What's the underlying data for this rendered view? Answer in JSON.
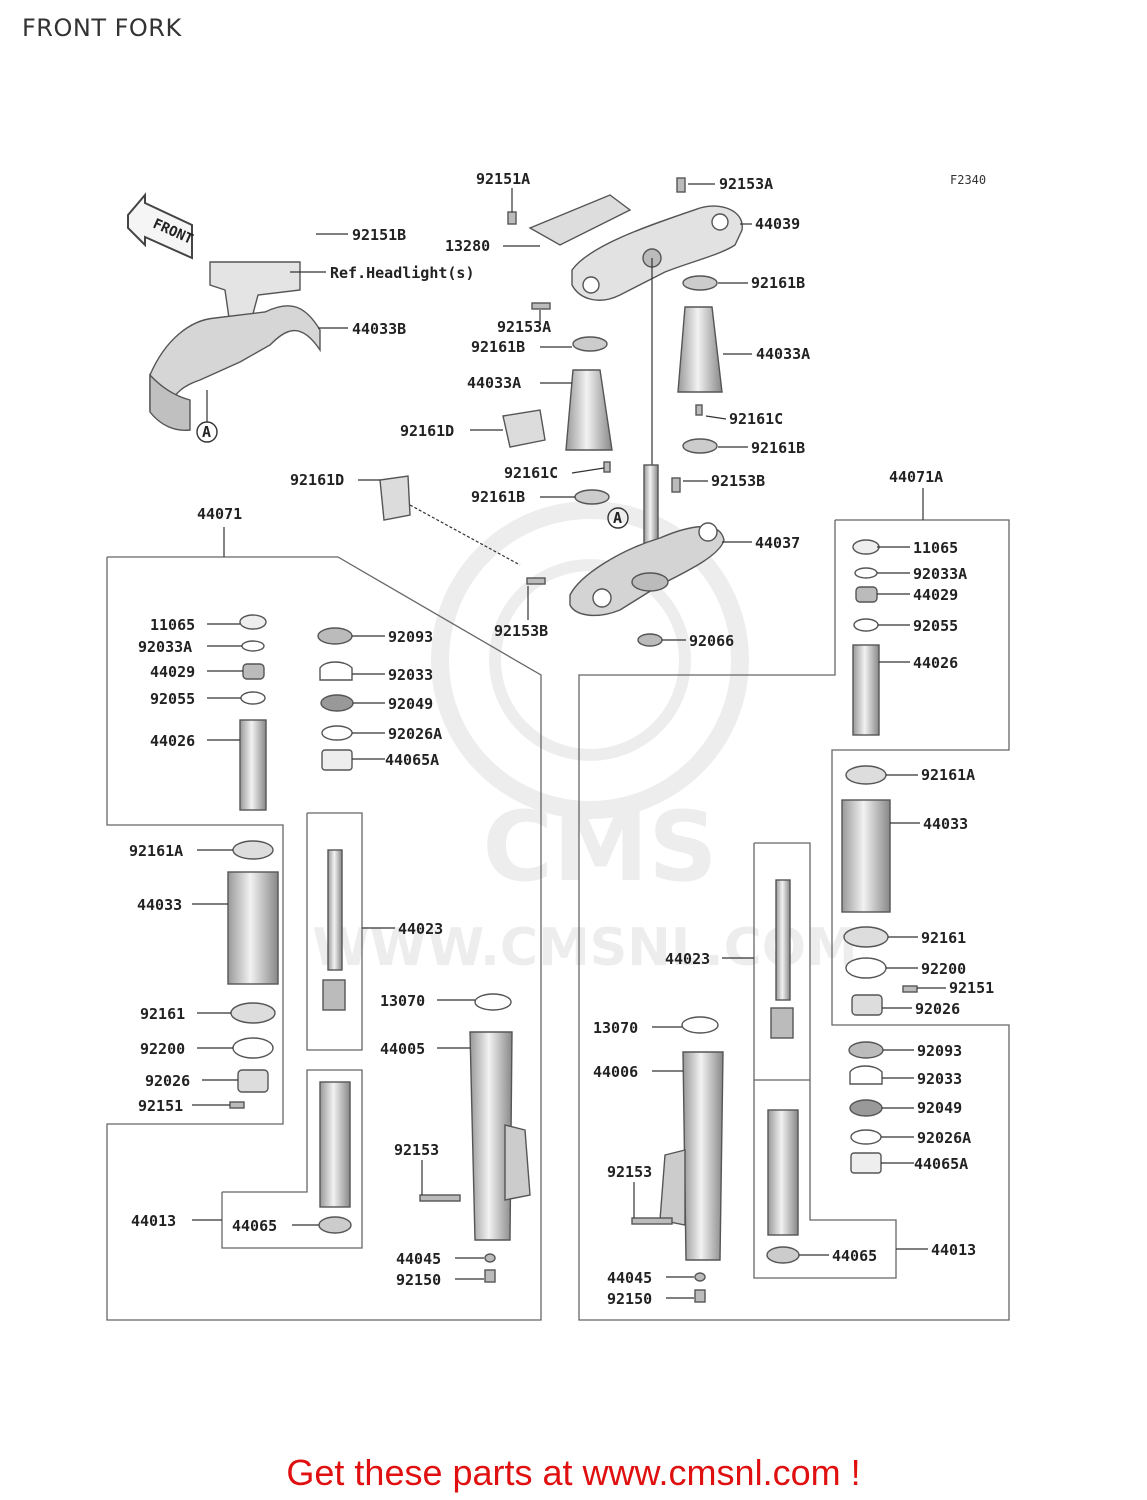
{
  "page": {
    "title": "FRONT FORK"
  },
  "diagram": {
    "figure_code": "F2340",
    "front_sign": "FRONT",
    "ref_a": "A",
    "parts": {
      "p92151A": "92151A",
      "p92153A_top": "92153A",
      "p44039": "44039",
      "p13280": "13280",
      "p92161B_r1": "92161B",
      "p92153A_left": "92153A",
      "p92161B_l1": "92161B",
      "p44033A_right": "44033A",
      "p44033A_left": "44033A",
      "p92161C_right": "92161C",
      "p92161D_a": "92161D",
      "p92161B_r2": "92161B",
      "p92161C_left": "92161C",
      "p92153B_r": "92153B",
      "p92161D_b": "92161D",
      "p92161B_l2": "92161B",
      "p44037": "44037",
      "p92153B_l": "92153B",
      "p92066": "92066",
      "p92151B": "92151B",
      "ref_headlight": "Ref.Headlight(s)",
      "p44033B": "44033B",
      "p44071": "44071",
      "p44071A": "44071A",
      "L_11065": "11065",
      "L_92033A": "92033A",
      "L_44029": "44029",
      "L_92055": "92055",
      "L_44026": "44026",
      "L_92161A": "92161A",
      "L_44033": "44033",
      "L_92161": "92161",
      "L_92200": "92200",
      "L_92026": "92026",
      "L_92151": "92151",
      "L_44013": "44013",
      "L_44065": "44065",
      "C_92093": "92093",
      "C_92033": "92033",
      "C_92049": "92049",
      "C_92026A": "92026A",
      "C_44065A": "44065A",
      "C_44023": "44023",
      "C_13070": "13070",
      "C_44005": "44005",
      "C_92153": "92153",
      "C_44045": "44045",
      "C_92150": "92150",
      "R_11065": "11065",
      "R_92033A": "92033A",
      "R_44029": "44029",
      "R_92055": "92055",
      "R_44026": "44026",
      "R_92161A": "92161A",
      "R_44033": "44033",
      "R_92161": "92161",
      "R_92200": "92200",
      "R_92151": "92151",
      "R_92026": "92026",
      "R_92093": "92093",
      "R_92033": "92033",
      "R_92049": "92049",
      "R_92026A": "92026A",
      "R_44065A": "44065A",
      "R_44013": "44013",
      "R_44065": "44065",
      "M_44023": "44023",
      "M_13070": "13070",
      "M_44006": "44006",
      "M_92153": "92153",
      "M_44045": "44045",
      "M_92150": "92150"
    }
  },
  "watermark": {
    "text": "WWW.CMSNL.COM",
    "logo": "CMS"
  },
  "footer": {
    "text": "Get these parts at www.cmsnl.com !"
  },
  "colors": {
    "footer": "#e01010",
    "lines": "#333333",
    "parts": "#dddddd",
    "watermark": "#ececec"
  }
}
